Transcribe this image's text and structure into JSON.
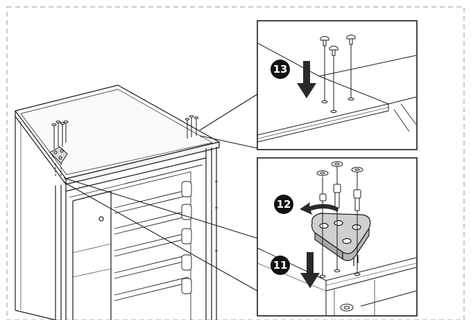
{
  "figure": {
    "colors": {
      "line": "#1a1a1a",
      "frame_dash": "#b8b8b8",
      "badge_fill": "#111111",
      "badge_text": "#ffffff",
      "arrow": "#2a2a2a",
      "background": "#ffffff"
    },
    "steps": [
      {
        "label": "13"
      },
      {
        "label": "12"
      },
      {
        "label": "11"
      }
    ]
  }
}
